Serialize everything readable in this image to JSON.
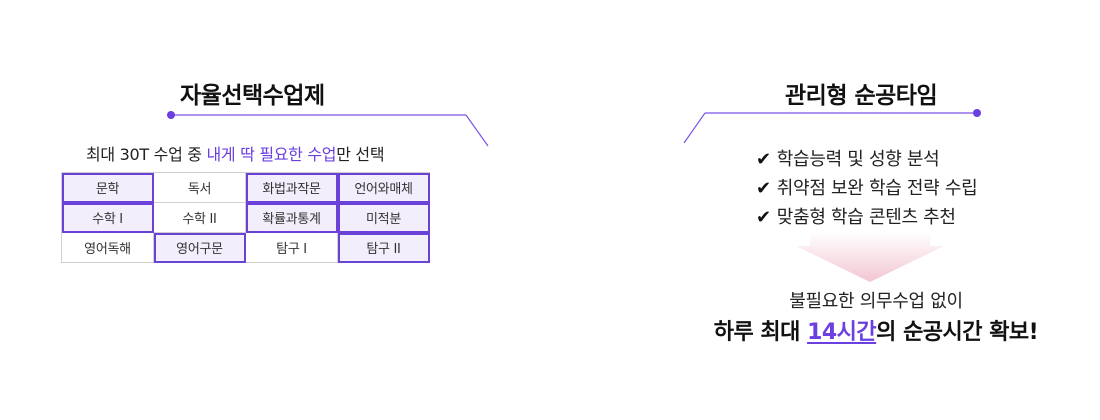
{
  "left": {
    "title": "자율선택수업제",
    "subtitle_pre": "최대 30T 수업 중 ",
    "subtitle_highlight": "내게 딱 필요한 수업",
    "subtitle_post": "만 선택",
    "table": [
      [
        {
          "text": "문학",
          "selected": true
        },
        {
          "text": "독서",
          "selected": false
        },
        {
          "text": "화법과작문",
          "selected": true
        },
        {
          "text": "언어와매체",
          "selected": true
        }
      ],
      [
        {
          "text": "수학 I",
          "selected": true
        },
        {
          "text": "수학 II",
          "selected": false
        },
        {
          "text": "확률과통계",
          "selected": true
        },
        {
          "text": "미적분",
          "selected": true
        }
      ],
      [
        {
          "text": "영어독해",
          "selected": false
        },
        {
          "text": "영어구문",
          "selected": true
        },
        {
          "text": "탐구 I",
          "selected": false
        },
        {
          "text": "탐구 II",
          "selected": true
        }
      ]
    ]
  },
  "right": {
    "title": "관리형 순공타임",
    "check_icon": "✔",
    "checklist": [
      "학습능력 및 성향 분석",
      "취약점 보완 학습 전략 수립",
      "맞춤형 학습 콘텐츠 추천"
    ],
    "result_line1": "불필요한 의무수업 없이",
    "result_line2_pre": "하루 최대 ",
    "result_line2_highlight": "14시간",
    "result_line2_post": "의 순공시간 확보!"
  },
  "colors": {
    "accent": "#6b3fe0",
    "selected_fill": "#f3eefc",
    "selected_border": "#6a42d8",
    "arrow_pink": "#f2c6d2"
  }
}
